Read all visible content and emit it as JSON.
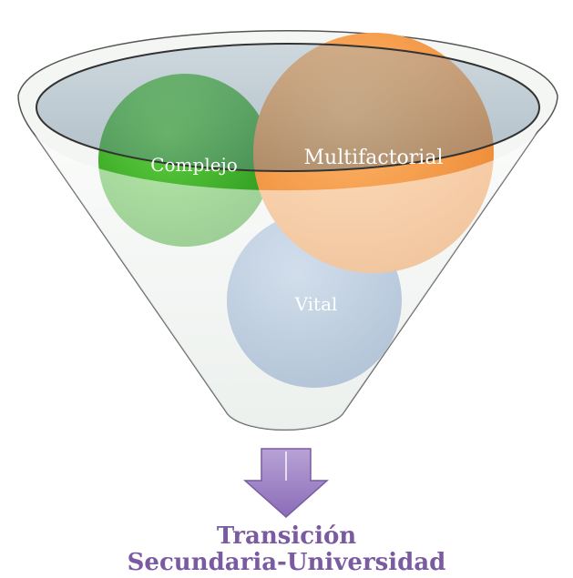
{
  "funnel": {
    "items": [
      {
        "label": "Complejo",
        "color": "#3fae2a"
      },
      {
        "label": "Multifactorial",
        "color": "#f39a4a"
      },
      {
        "label": "Vital",
        "color": "#7f9fc8"
      }
    ]
  },
  "output": {
    "line1": "Transición",
    "line2": "Secundaria-Universidad",
    "color": "#7a5aa0"
  },
  "arrow": {
    "color": "#9b80c0"
  }
}
